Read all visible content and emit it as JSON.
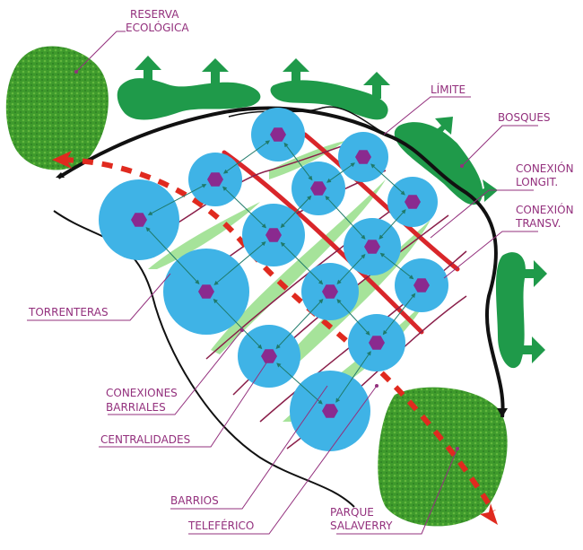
{
  "labels": {
    "reserva_1": "RESERVA",
    "reserva_2": "ECOLÓGICA",
    "limite": "LÍMITE",
    "bosques": "BOSQUES",
    "longit_1": "CONEXIÓN",
    "longit_2": "LONGIT.",
    "transv_1": "CONEXIÓN",
    "transv_2": "TRANSV.",
    "torrenteras": "TORRENTERAS",
    "conex_1": "CONEXIONES",
    "conex_2": "BARRIALES",
    "centralidades": "CENTRALIDADES",
    "barrios": "BARRIOS",
    "teleferico": "TELEFÉRICO",
    "parque_1": "PARQUE",
    "parque_2": "SALAVERRY"
  },
  "colors": {
    "label": "#93307d",
    "barrio": "#3fb3e6",
    "centralidad": "#8a2a8f",
    "torrentera": "#d9262a",
    "teleferico": "#e02a1f",
    "corridor": "#a6e39a",
    "forest": "#1f9a4a",
    "reserve": "#3f9a2a",
    "limit": "#111111"
  }
}
